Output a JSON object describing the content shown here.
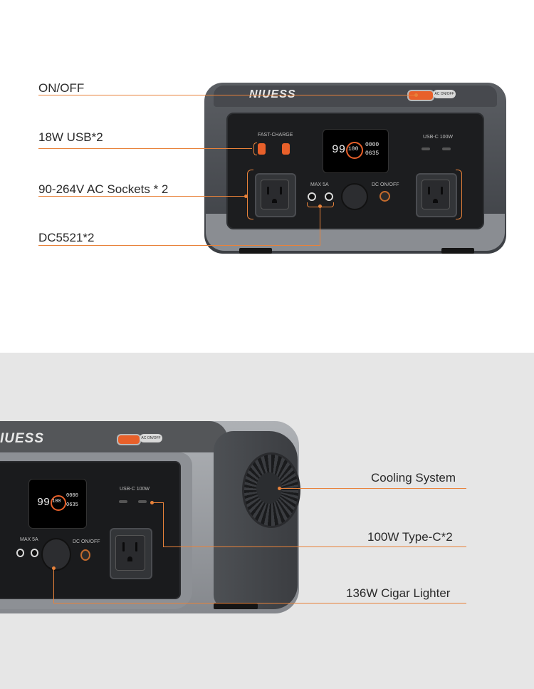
{
  "top_section": {
    "labels": {
      "on_off": "ON/OFF",
      "usb": "18W USB*2",
      "ac_sockets": "90-264V AC Sockets * 2",
      "dc": "DC5521*2"
    },
    "device": {
      "brand": "NIUESS",
      "fast_charge": "FAST-CHARGE",
      "usbc_label": "USB-C 100W",
      "max_label": "MAX 5A",
      "dc_onoff": "DC ON/OFF",
      "ac_button": "AC ON/OFF",
      "screen": {
        "left": "99",
        "center": "100",
        "right_top": "0000",
        "right_bottom": "0635"
      }
    }
  },
  "bottom_section": {
    "labels": {
      "cooling": "Cooling System",
      "typec": "100W Type-C*2",
      "cigar": "136W Cigar Lighter"
    },
    "device": {
      "brand": "IUESS",
      "usbc_label": "USB-C 100W",
      "max_label": "MAX 5A",
      "dc_onoff": "DC ON/OFF",
      "ac_button": "AC ON/OFF",
      "screen": {
        "left": "99",
        "center": "100",
        "right_top": "0000",
        "right_bottom": "0635"
      }
    }
  },
  "colors": {
    "accent": "#e8823a",
    "button_orange": "#e8602a",
    "bottom_background": "#e6e6e6"
  }
}
